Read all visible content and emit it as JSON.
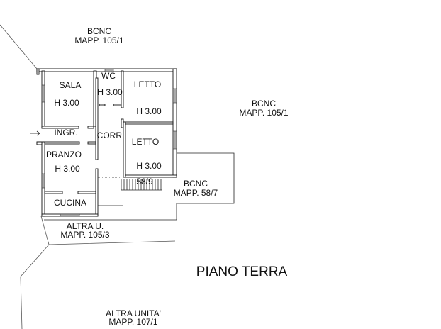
{
  "title": "PIANO TERRA",
  "labels": {
    "bcnc_top": "BCNC",
    "mapp_top": "MAPP. 105/1",
    "bcnc_right": "BCNC",
    "mapp_right": "MAPP. 105/1",
    "bcnc_annex": "BCNC",
    "mapp_annex": "MAPP. 58/7",
    "stairs": "58/9",
    "altra_u": "ALTRA U.",
    "mapp_altra_u": "MAPP. 105/3",
    "altra_unita": "ALTRA UNITA'",
    "mapp_altra_unita": "MAPP. 107/1"
  },
  "rooms": {
    "sala": {
      "name": "SALA",
      "height": "H 3.00"
    },
    "wc": {
      "name": "WC",
      "height": "H 3.00"
    },
    "letto1": {
      "name": "LETTO",
      "height": "H 3.00"
    },
    "letto2": {
      "name": "LETTO",
      "height": "H 3.00"
    },
    "ingr": {
      "name": "INGR."
    },
    "corr": {
      "name": "CORR."
    },
    "pranzo": {
      "name": "PRANZO",
      "height": "H 3.00"
    },
    "cucina": {
      "name": "CUCINA"
    }
  }
}
